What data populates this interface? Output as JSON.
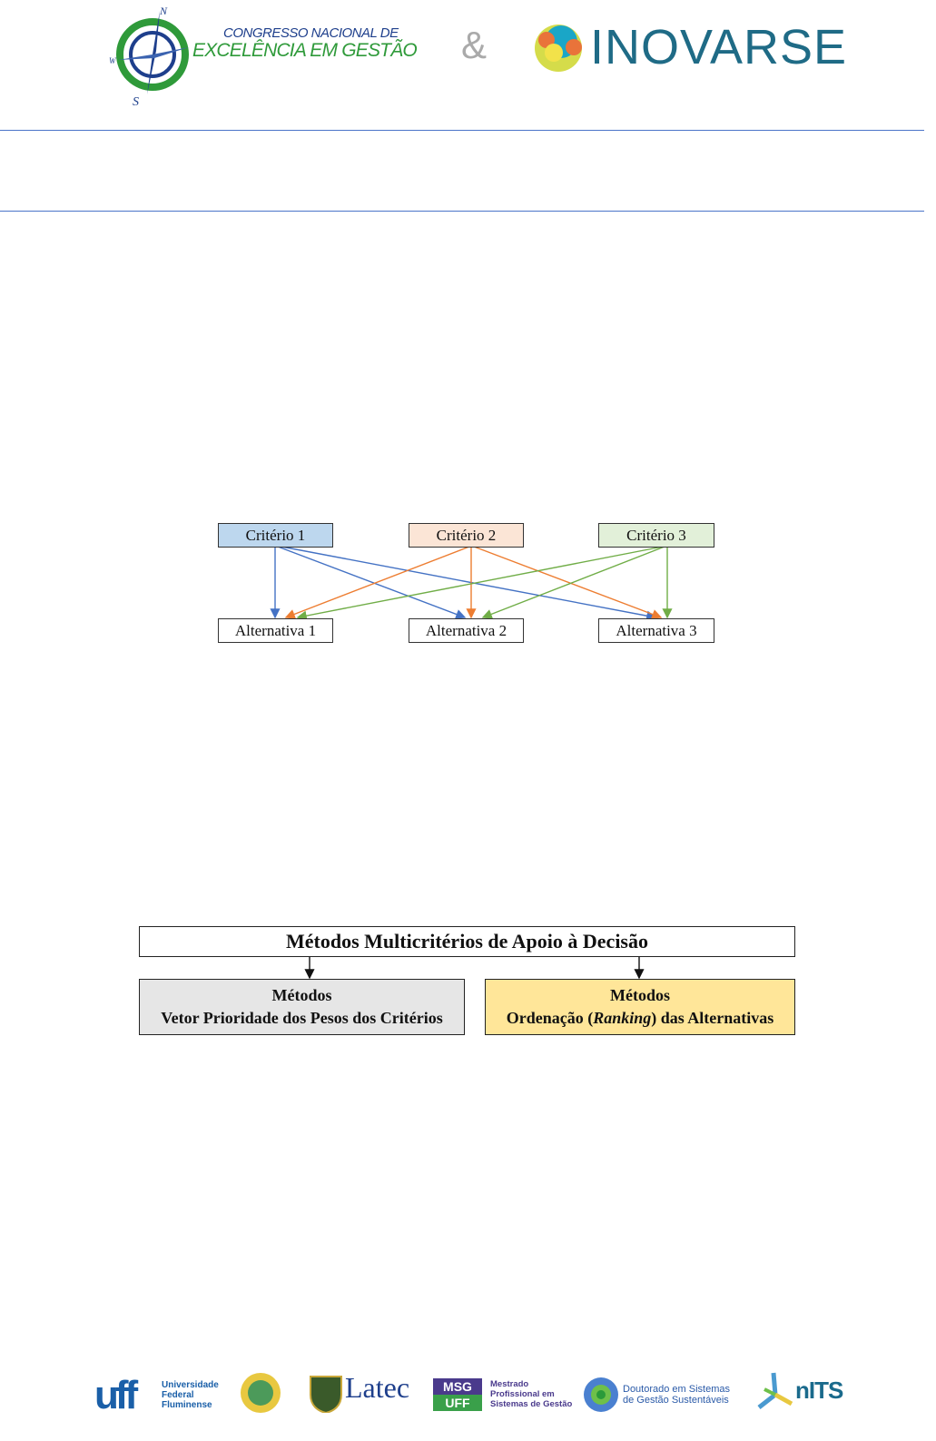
{
  "header": {
    "logo_left_line1": "CONGRESSO NACIONAL DE",
    "logo_left_line2": "EXCELÊNCIA EM GESTÃO",
    "ampersand": "&",
    "logo_right": "INOVARSE",
    "compass_n": "N",
    "compass_s": "S",
    "compass_w": "W"
  },
  "figure1": {
    "criteria": [
      "Critério 1",
      "Critério 2",
      "Critério 3"
    ],
    "alternatives": [
      "Alternativa 1",
      "Alternativa 2",
      "Alternativa 3"
    ],
    "colors": {
      "c1_fill": "#bdd7ee",
      "c2_fill": "#fbe5d6",
      "c3_fill": "#e2f0d9",
      "c1_line": "#4472c4",
      "c2_line": "#ed7d31",
      "c3_line": "#70ad47"
    }
  },
  "figure2": {
    "title": "Métodos Multicritérios de Apoio à Decisão",
    "left": {
      "line1": "Métodos",
      "line2": "Vetor Prioridade dos Pesos dos Critérios"
    },
    "right": {
      "line1": "Métodos",
      "line2_a": "Ordenação (",
      "line2_italic": "Ranking",
      "line2_b": ") das Alternativas"
    },
    "colors": {
      "left_fill": "#e6e6e6",
      "right_fill": "#ffe699"
    }
  },
  "footer": {
    "uff": "uff",
    "uff_text": [
      "Universidade",
      "Federal",
      "Fluminense"
    ],
    "latec": "Latec",
    "msg": [
      "MSG",
      "UFF"
    ],
    "msg_text": [
      "Mestrado",
      "Profissional em",
      "Sistemas de Gestão"
    ],
    "doutorado": [
      "Doutorado em Sistemas",
      "de Gestão Sustentáveis"
    ],
    "nits": "nITS"
  }
}
